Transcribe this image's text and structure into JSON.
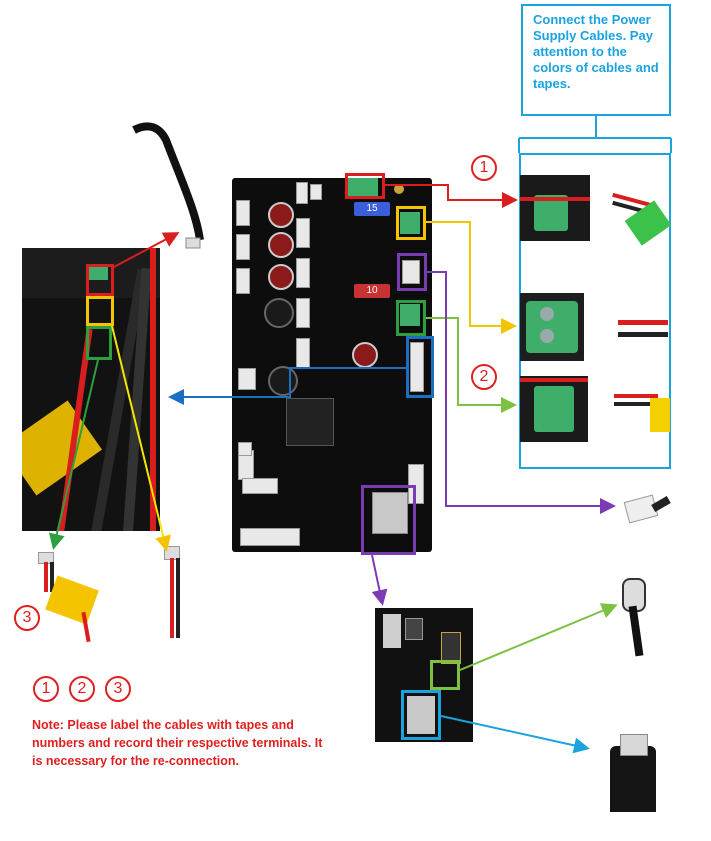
{
  "callout": {
    "text": "Connect the Power Supply Cables. Pay attention to the colors of cables and tapes."
  },
  "badges": {
    "one": "1",
    "two": "2",
    "three": "3"
  },
  "legend_badges": [
    "1",
    "2",
    "3"
  ],
  "board_labels": {
    "fuse_15": "15",
    "fuse_10": "10"
  },
  "note": {
    "text": "Note: Please label the cables with tapes and numbers and record their respective terminals. It is necessary for the re-connection."
  },
  "colors": {
    "red": "#d81e1e",
    "yellow": "#f5c400",
    "green": "#2f9e3f",
    "purple": "#7a3bb5",
    "blue": "#1a6fc2",
    "light_blue": "#1aa3e0",
    "light_green": "#7cc142"
  }
}
